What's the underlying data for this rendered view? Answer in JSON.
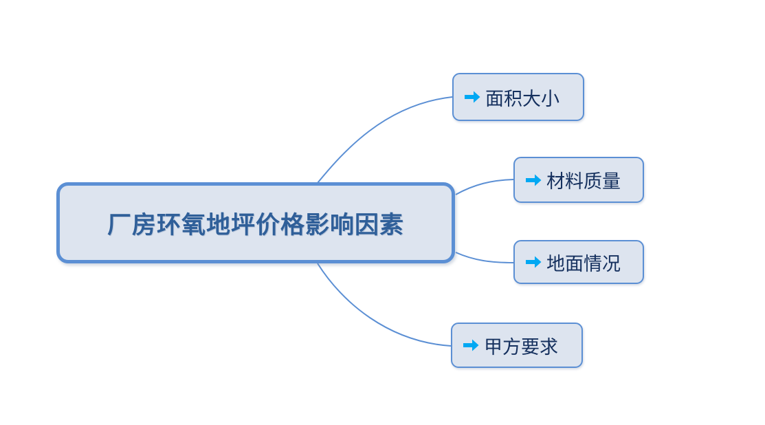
{
  "diagram": {
    "type": "mind-map",
    "background_color": "#ffffff",
    "center": {
      "label": "厂房环氧地坪价格影响因素",
      "text_color": "#2f5f99",
      "fill_color": "#dde4ef",
      "border_color": "#5b8fd4"
    },
    "branch_icon": "arrow-right-icon",
    "branch_icon_color": "#00a8f3",
    "branch_text_color": "#15305e",
    "branch_fill_color": "#dde4ef",
    "branch_border_color": "#5b8fd4",
    "connector_color": "#5b8fd4",
    "branches": [
      {
        "label": "面积大小"
      },
      {
        "label": "材料质量"
      },
      {
        "label": "地面情况"
      },
      {
        "label": "甲方要求"
      }
    ]
  }
}
